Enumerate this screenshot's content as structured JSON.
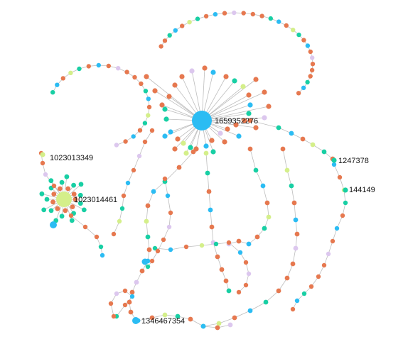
{
  "graph": {
    "type": "network",
    "colors": {
      "edge": "#bdbdbd",
      "categories": {
        "blue": "#2bbcf3",
        "orange": "#e6784f",
        "teal": "#18cfa4",
        "lime": "#d4ef8a",
        "lilac": "#dcc7ee",
        "grey": "#8c8c8c"
      }
    },
    "labeled_nodes": [
      {
        "id": "hub_main",
        "label": "1659352276",
        "category": "blue"
      },
      {
        "id": "hub_left",
        "label": "1023014461",
        "category": "lime"
      },
      {
        "id": "n_1023013349",
        "label": "1023013349",
        "category": "lime"
      },
      {
        "id": "n_1247378",
        "label": "1247378",
        "category": "teal"
      },
      {
        "id": "n_144149",
        "label": "144149",
        "category": "teal"
      },
      {
        "id": "n_1346467354",
        "label": "1346467354",
        "category": "blue"
      }
    ]
  }
}
